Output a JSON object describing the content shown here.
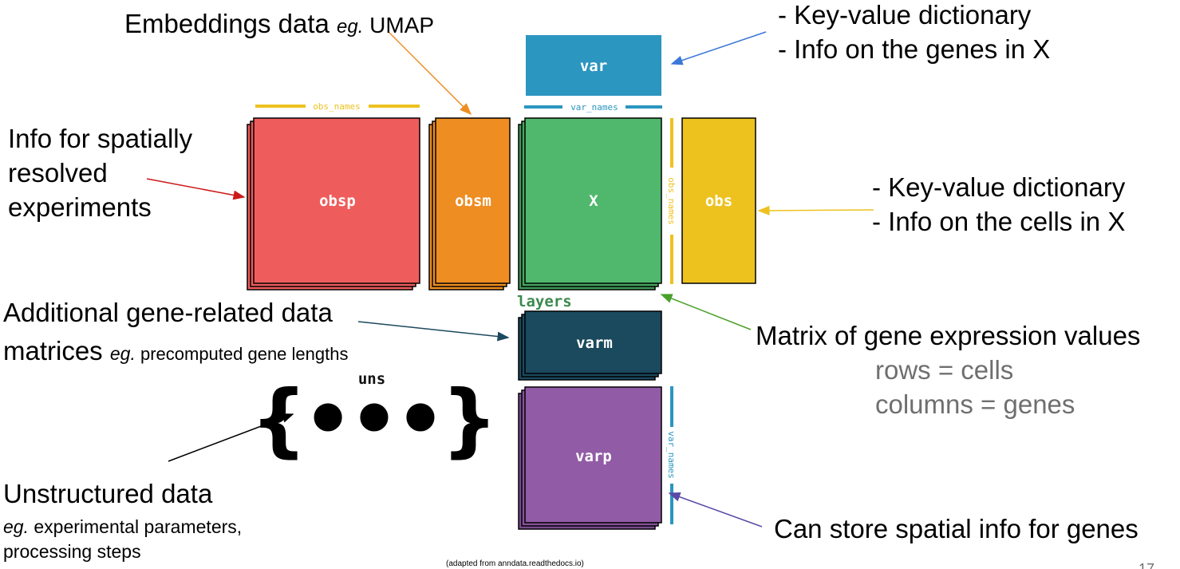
{
  "blocks": {
    "var": "var",
    "obsp": "obsp",
    "obsm": "obsm",
    "x": "X",
    "obs": "obs",
    "varm": "varm",
    "varp": "varp",
    "layers": "layers",
    "uns": "uns",
    "ellipsis": "{•••}"
  },
  "dims": {
    "obs_names_top": "obs_names",
    "var_names_top": "var_names",
    "obs_names_side": "obs_names",
    "var_names_side": "var_names"
  },
  "annotations": {
    "embeddings_prefix": "Embeddings data ",
    "embeddings_eg": "eg.",
    "embeddings_suffix": " UMAP",
    "var_line1": "- Key-value dictionary",
    "var_line2": "- Info on the genes in X",
    "spatial_line1": "Info for spatially",
    "spatial_line2": "resolved",
    "spatial_line3": "experiments",
    "obs_line1": "- Key-value dictionary",
    "obs_line2": "- Info on the cells in X",
    "varm_line1": "Additional gene-related data",
    "varm_line2": "matrices ",
    "varm_eg": "eg.",
    "varm_example": " precomputed gene lengths",
    "x_line1": "Matrix of gene expression values",
    "x_line2": "rows = cells",
    "x_line3": "columns = genes",
    "uns_title": "Unstructured data",
    "uns_eg": "eg.",
    "uns_line1": " experimental parameters,",
    "uns_line2": "processing steps",
    "varp_line1": "Can store spatial info for genes"
  },
  "footer": {
    "credit": "(adapted from anndata.readthedocs.io)",
    "page_number": "17"
  },
  "colors": {
    "var": "#2b96c0",
    "obsp": "#ef5c5c",
    "obsm": "#ee8d22",
    "x": "#50b86d",
    "obs": "#edc21f",
    "varm": "#1b495e",
    "varp": "#915ba6",
    "obs_names": "#edc21f",
    "var_names": "#2b96c0",
    "layers": "#3b8a4e",
    "gray_text": "#6f6f6f"
  }
}
